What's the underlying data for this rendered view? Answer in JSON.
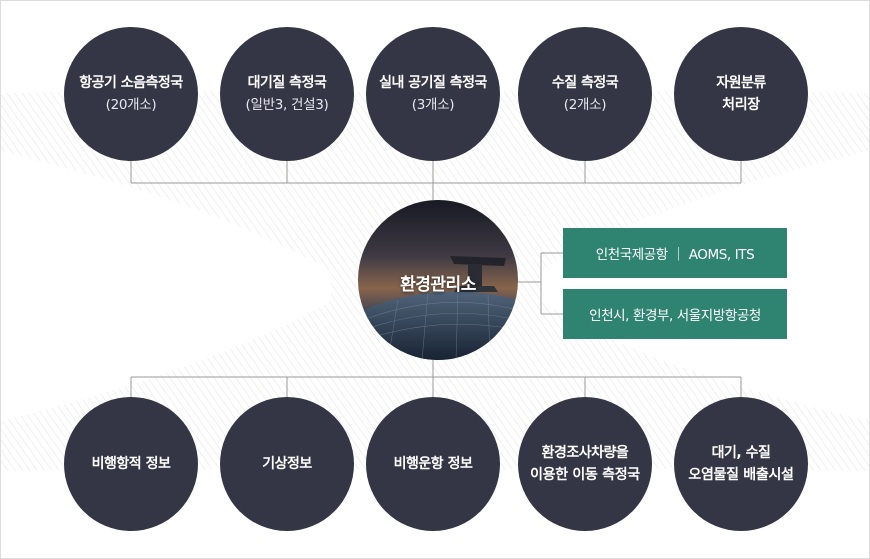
{
  "top_nodes": [
    {
      "line1": "항공기 소음측정국",
      "line2": "(20개소)"
    },
    {
      "line1": "대기질 측정국",
      "line2": "(일반3, 건설3)"
    },
    {
      "line1": "실내 공기질 측정국",
      "line2": "(3개소)"
    },
    {
      "line1": "수질 측정국",
      "line2": "(2개소)"
    },
    {
      "line1": "자원분류",
      "line2": "처리장"
    }
  ],
  "center": {
    "label": "환경관리소"
  },
  "tags": [
    {
      "label": "인천국제공항 ｜ AOMS, ITS"
    },
    {
      "label": "인천시, 환경부, 서울지방항공청"
    }
  ],
  "bottom_nodes": [
    {
      "line1": "비행항적 정보",
      "line2": ""
    },
    {
      "line1": "기상정보",
      "line2": ""
    },
    {
      "line1": "비행운항 정보",
      "line2": ""
    },
    {
      "line1": "환경조사차량을",
      "line2": "이용한 이동 측정국"
    },
    {
      "line1": "대기, 수질",
      "line2": "오염물질 배출시설"
    }
  ],
  "colors": {
    "node": "#343646",
    "tag": "#2e8471",
    "line": "#9a9a9a"
  }
}
